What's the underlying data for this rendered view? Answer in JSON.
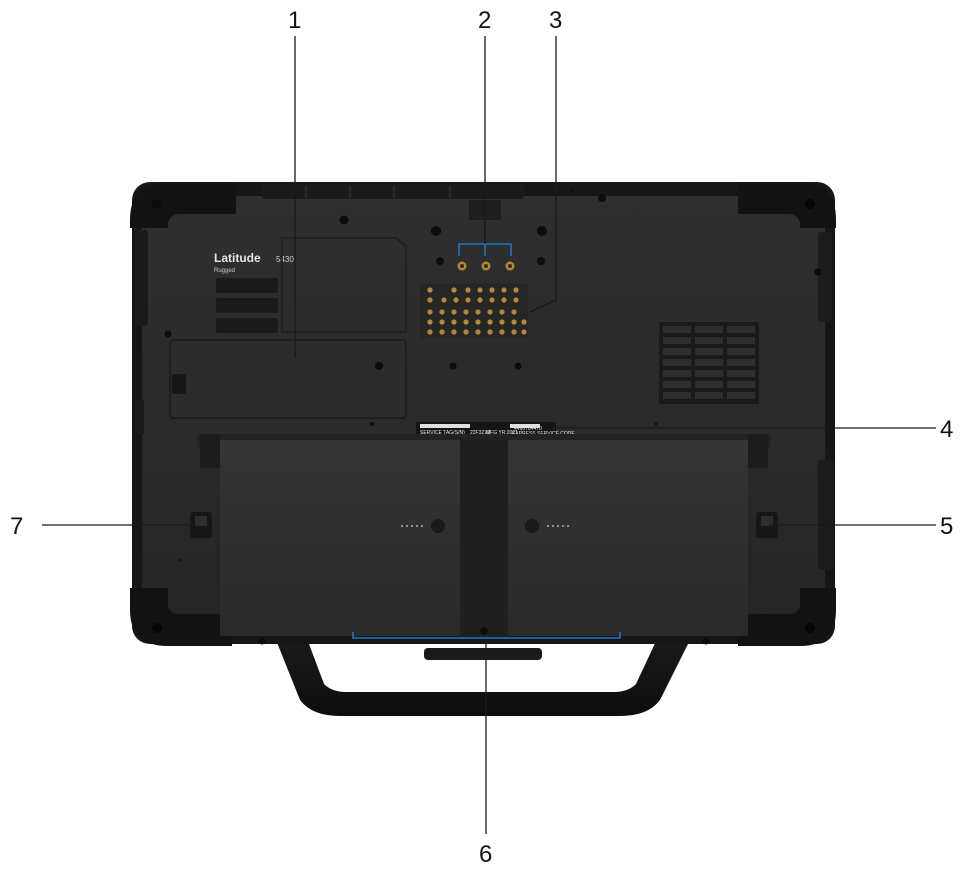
{
  "device": {
    "model_name": "Latitude",
    "model_number": "5430",
    "model_line": "Rugged"
  },
  "service_label": {
    "barcode_caption_left": "SERVICE TAG(S/N)",
    "service_tag": "22F3ZX2",
    "mfg_date": "MFG YR:2021",
    "express_code": "4490784470",
    "express_caption": "EXPRESS SERVICE CODE"
  },
  "callouts": [
    {
      "number": "1"
    },
    {
      "number": "2"
    },
    {
      "number": "3"
    },
    {
      "number": "4"
    },
    {
      "number": "5"
    },
    {
      "number": "6"
    },
    {
      "number": "7"
    }
  ],
  "colors": {
    "chassis": "#2a2a2a",
    "bumper": "#141414",
    "battery": "#2d2d2d",
    "highlight_line": "#1f76c9",
    "leader_line": "#1a1a1a"
  }
}
